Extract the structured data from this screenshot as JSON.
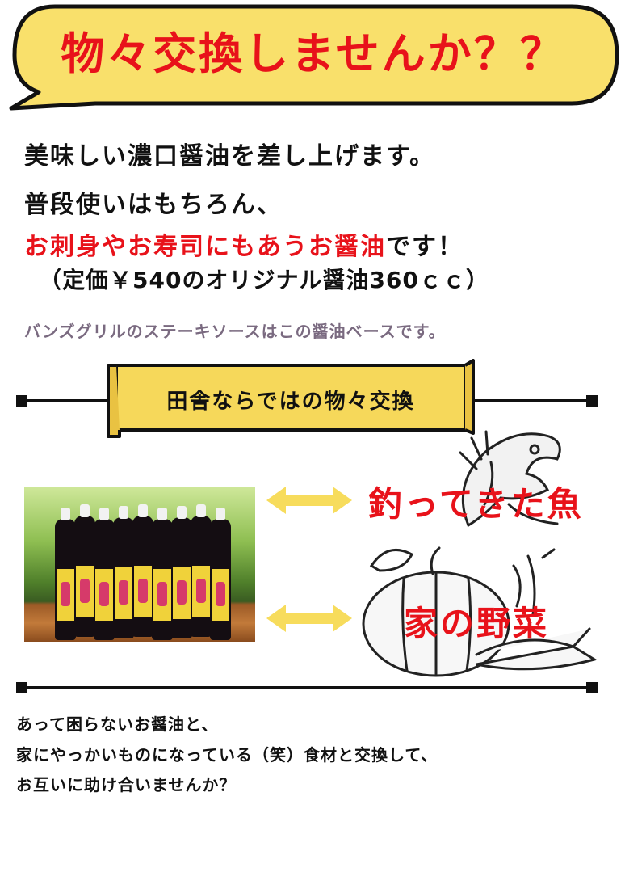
{
  "header": {
    "headline": "物々交換しませんか？？"
  },
  "intro": {
    "line1": "美味しい濃口醤油を差し上げます。",
    "line2": "普段使いはもちろん、",
    "line3_red": "お刺身やお寿司にもあうお醤油",
    "line3_tail": "です！",
    "line4": "（定価￥540のオリジナル醤油360ｃｃ）",
    "note": "バンズグリルのステーキソースはこの醤油ベースです。"
  },
  "banner": {
    "title": "田舎ならではの物々交換"
  },
  "exchange": {
    "items": [
      {
        "label": "釣ってきた魚",
        "icon": "fish-icon"
      },
      {
        "label": "家の野菜",
        "icon": "vegetable-icon"
      }
    ]
  },
  "closing": {
    "line1": "あって困らないお醤油と、",
    "line2": "家にやっかいものになっている（笑）食材と交換して、",
    "line3": "お互いに助け合いませんか？"
  },
  "colors": {
    "accent": "#e8121a",
    "bubble": "#f9e06b",
    "banner": "#f6d85a",
    "note": "#7a6a80"
  }
}
